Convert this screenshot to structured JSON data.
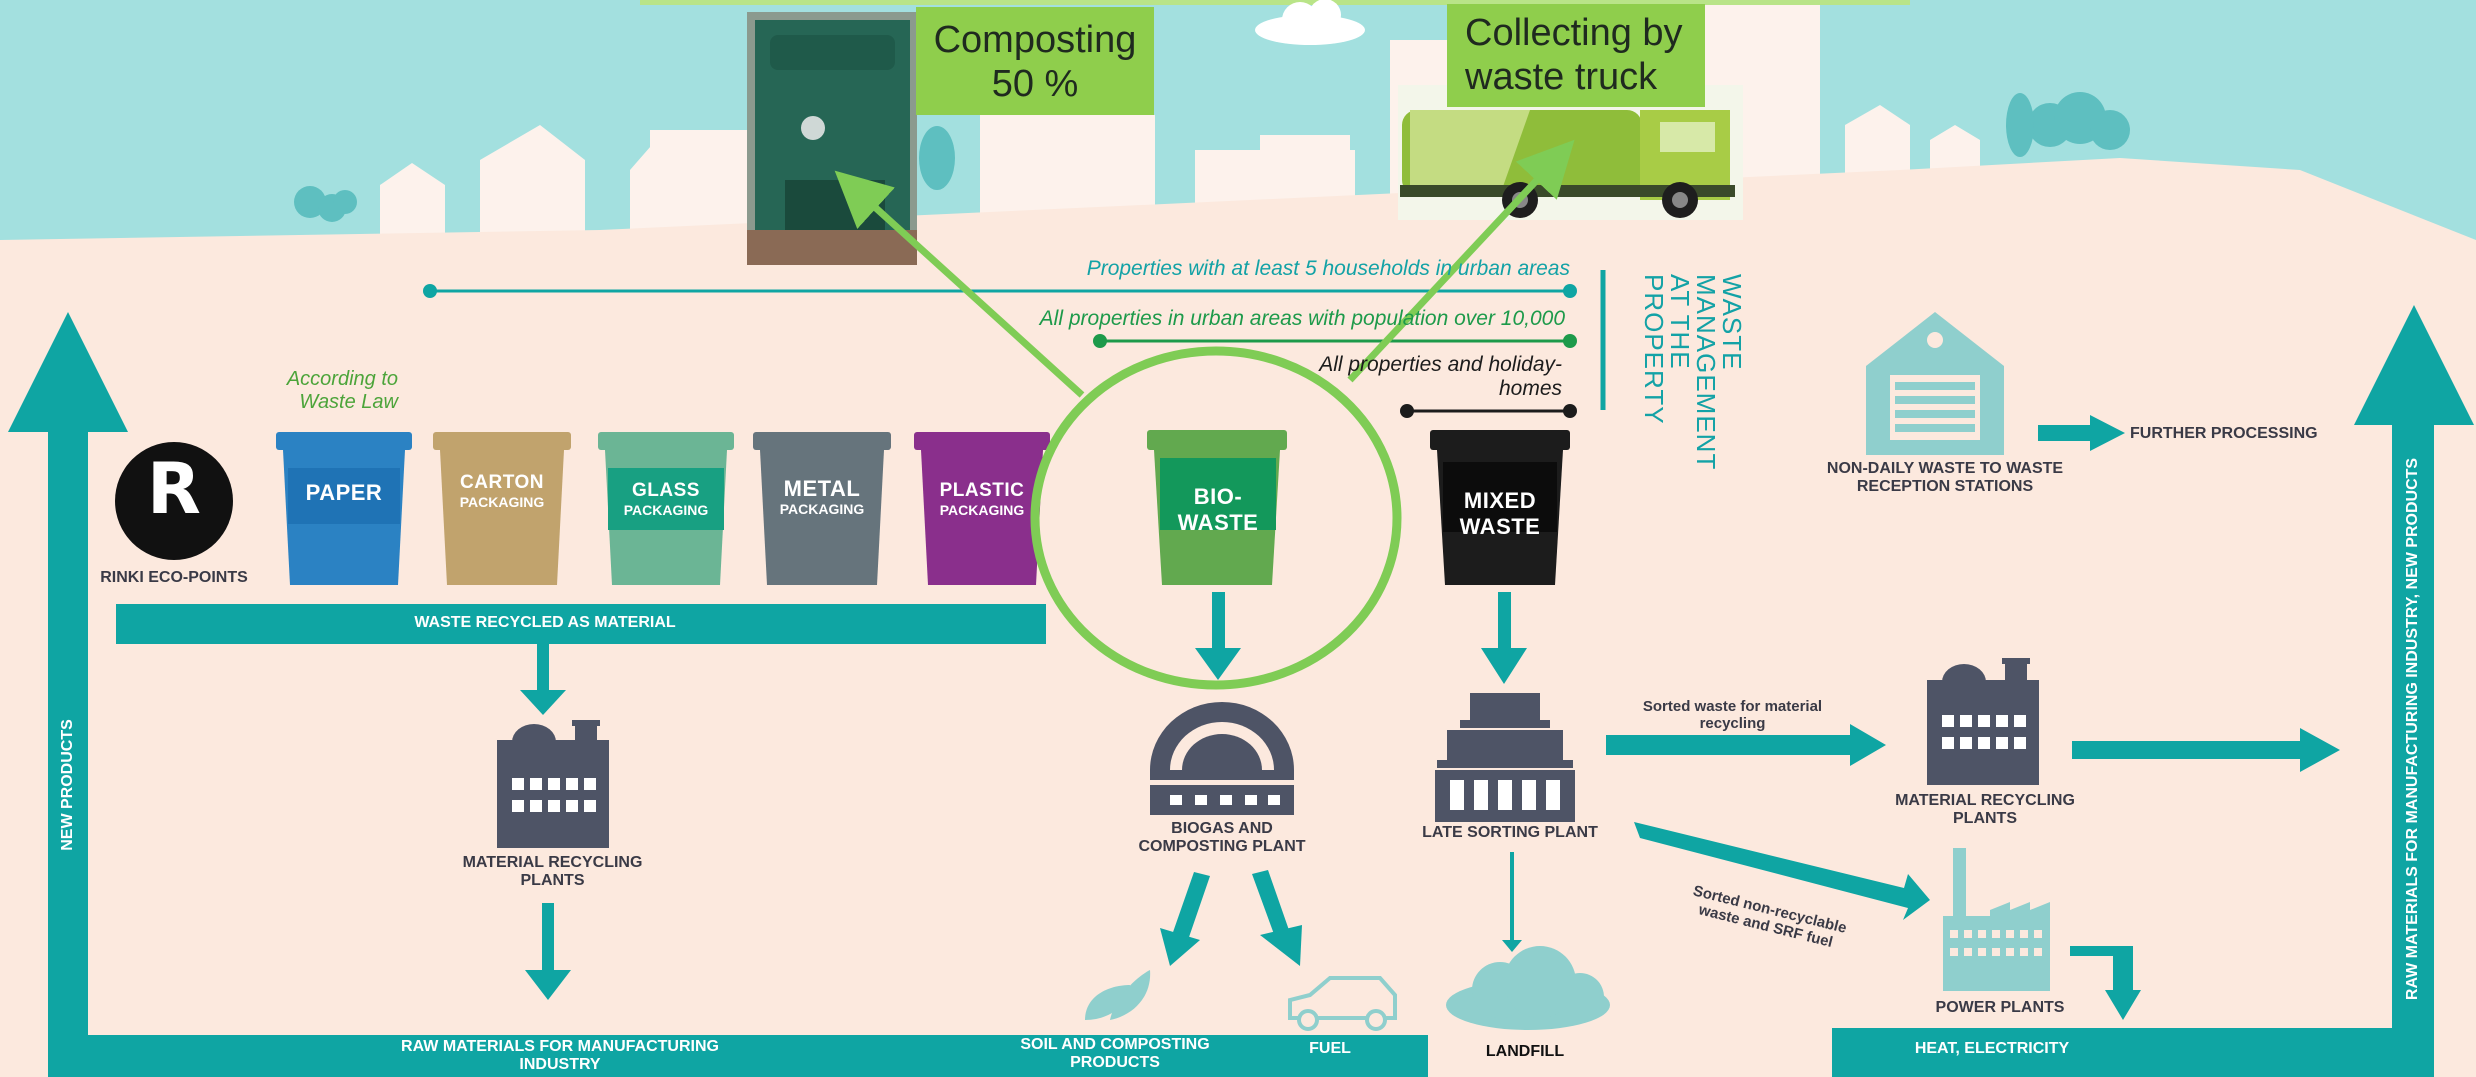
{
  "top_boxes": {
    "composting": "Composting\n50 %",
    "collecting": "Collecting by\nwaste truck"
  },
  "property_rules": {
    "rule1": "Properties with at least 5 households in urban areas",
    "rule2": "All properties in urban areas with population over 10,000",
    "rule3": "All properties and holiday-\nhomes"
  },
  "waste_management_label": "WASTE MANAGEMENT AT THE PROPERTY",
  "law_note": "According to\nWaste Law",
  "eco_points": {
    "logo_letter": "R",
    "label": "RINKI ECO-POINTS"
  },
  "bins": [
    {
      "main": "PAPER",
      "sub": "",
      "color": "#2b82c3",
      "label_bg": "#1f73b5"
    },
    {
      "main": "CARTON",
      "sub": "PACKAGING",
      "color": "#c1a36d",
      "label_bg": "#b3945e"
    },
    {
      "main": "GLASS",
      "sub": "PACKAGING",
      "color": "#6bb595",
      "label_bg": "#18a082"
    },
    {
      "main": "METAL",
      "sub": "PACKAGING",
      "color": "#66747c",
      "label_bg": "#5a6870"
    },
    {
      "main": "PLASTIC",
      "sub": "PACKAGING",
      "color": "#8a2f8c",
      "label_bg": "#7a2680"
    },
    {
      "main": "BIO-\nWASTE",
      "sub": "",
      "color": "#62a94f",
      "label_bg": "#13985b"
    },
    {
      "main": "MIXED\nWASTE",
      "sub": "",
      "color": "#1c1c1c",
      "label_bg": "#0c0c0c"
    }
  ],
  "bands": {
    "recycled": "WASTE RECYCLED AS MATERIAL",
    "raw_materials": "RAW MATERIALS FOR MANUFACTURING\nINDUSTRY",
    "soil": "SOIL AND COMPOSTING\nPRODUCTS",
    "fuel": "FUEL",
    "heat": "HEAT, ELECTRICITY",
    "new_products": "NEW PRODUCTS",
    "raw_new": "RAW MATERIALS FOR MANUFACTURING INDUSTRY, NEW PRODUCTS"
  },
  "facilities": {
    "mrp_left": "MATERIAL RECYCLING\nPLANTS",
    "biogas": "BIOGAS AND\nCOMPOSTING PLANT",
    "late_sorting": "LATE SORTING PLANT",
    "landfill": "LANDFILL",
    "mrp_right": "MATERIAL RECYCLING\nPLANTS",
    "power": "POWER PLANTS",
    "non_daily": "NON-DAILY WASTE TO WASTE\nRECEPTION STATIONS",
    "further": "FURTHER PROCESSING"
  },
  "flows": {
    "sorted_material": "Sorted waste for material\nrecycling",
    "sorted_nonrec": "Sorted non-recyclable\nwaste and SRF fuel"
  },
  "colors": {
    "teal": "#0fa5a3",
    "sky": "#a3e0df",
    "ground": "#fce9de",
    "accent_green": "#7fcc55",
    "rule_green": "#1d9a4a",
    "icon_dark": "#4e5466",
    "icon_light": "#8fcfcd"
  }
}
